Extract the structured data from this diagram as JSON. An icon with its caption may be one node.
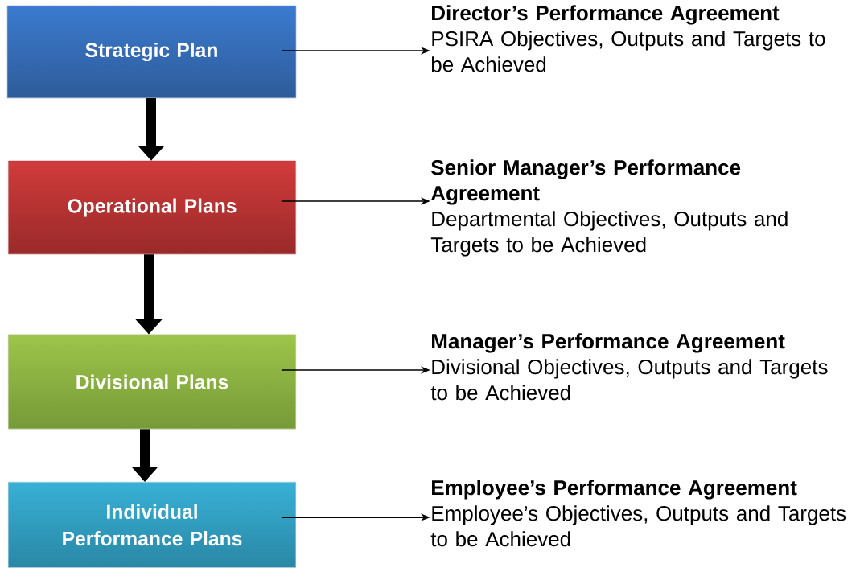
{
  "diagram": {
    "nodes": [
      {
        "text": [
          "Strategic Plan"
        ]
      },
      {
        "text": [
          "Operational Plans"
        ]
      },
      {
        "text": [
          "Divisional Plans"
        ]
      },
      {
        "text": [
          "Individual Performance Plans"
        ]
      },
      {
        "text": [
          "Director’s Performance Agreement",
          "PSIRA Objectives, Outputs and Targets to be Achieved"
        ]
      },
      {
        "text": [
          "Senior Manager’s Performance Agreement",
          "Departmental Objectives, Outputs and Targets to be Achieved"
        ]
      },
      {
        "text": [
          "Manager’s Performance Agreement",
          "Divisional Objectives, Outputs and Targets to be Achieved"
        ]
      },
      {
        "text": [
          "Employee’s Performance Agreement",
          "Employee’s Objectives, Outputs and Targets to be Achieved"
        ]
      }
    ],
    "edges": [
      {
        "from": 0,
        "to": 4,
        "arrow": "to"
      },
      {
        "from": 1,
        "to": 5,
        "arrow": "to"
      },
      {
        "from": 2,
        "to": 6,
        "arrow": "to"
      },
      {
        "from": 3,
        "to": 7,
        "arrow": "to"
      },
      {
        "from": 0,
        "to": 1,
        "arrow": "to",
        "style": "thick"
      },
      {
        "from": 1,
        "to": 2,
        "arrow": "to",
        "style": "thick"
      },
      {
        "from": 2,
        "to": 3,
        "arrow": "to",
        "style": "thick"
      }
    ]
  }
}
